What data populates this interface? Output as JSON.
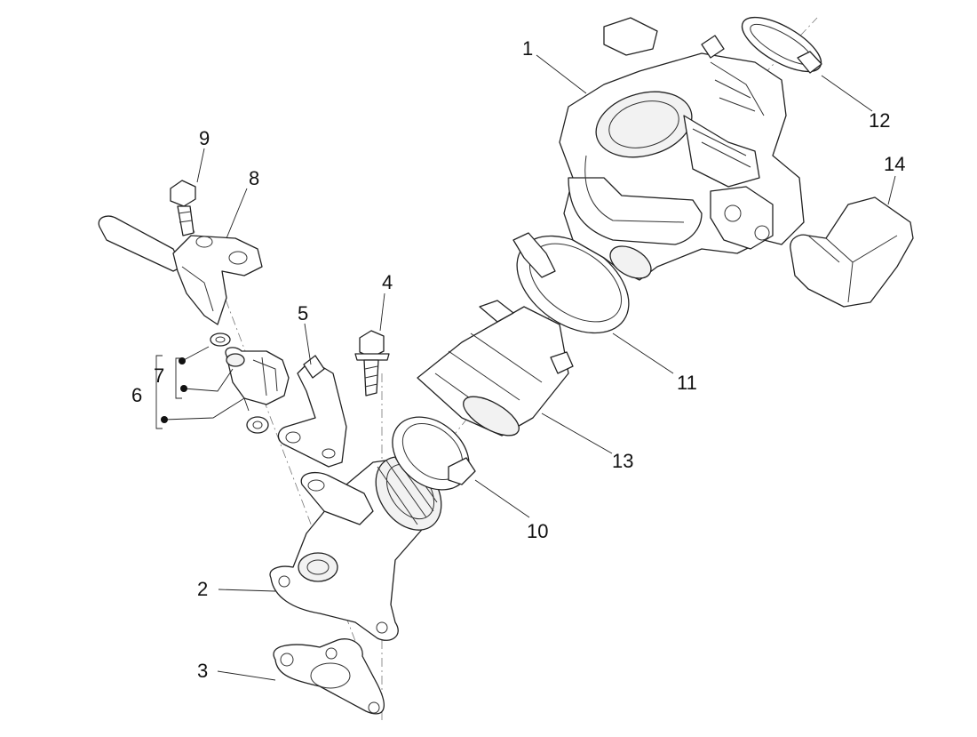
{
  "callouts": {
    "c1": "1",
    "c2": "2",
    "c3": "3",
    "c4": "4",
    "c5": "5",
    "c6": "6",
    "c7": "7",
    "c8": "8",
    "c9": "9",
    "c10": "10",
    "c11": "11",
    "c12": "12",
    "c13": "13",
    "c14": "14"
  },
  "colors": {
    "line": "#222222",
    "background": "#ffffff",
    "axis": "#777777"
  }
}
